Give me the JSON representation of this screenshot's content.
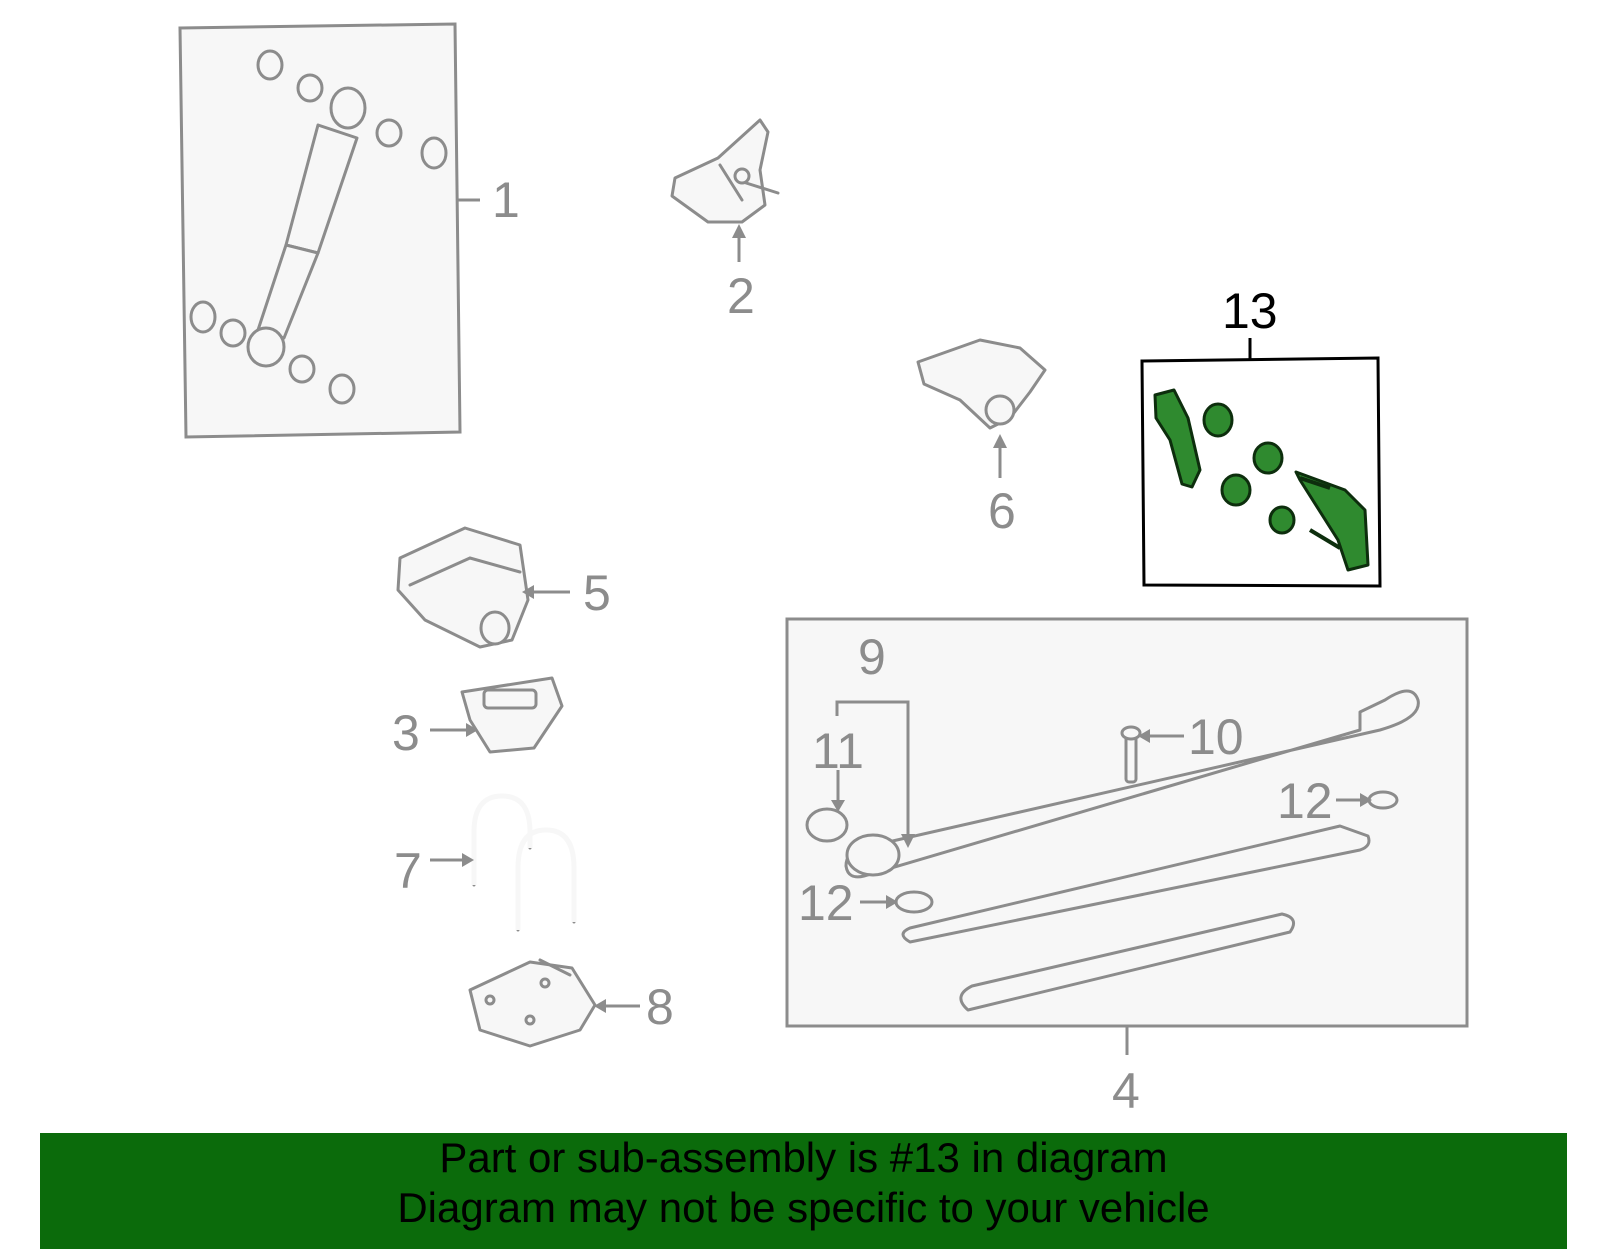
{
  "diagram": {
    "callouts": {
      "c1": "1",
      "c2": "2",
      "c3": "3",
      "c4": "4",
      "c5": "5",
      "c6": "6",
      "c7": "7",
      "c8": "8",
      "c9": "9",
      "c10": "10",
      "c11": "11",
      "c12a": "12",
      "c12b": "12",
      "c13": "13"
    },
    "highlighted_part": "13",
    "colors": {
      "part_stroke": "#8c8c8c",
      "highlight_fill": "#2f8a2f",
      "banner": "#0b6b0b"
    }
  },
  "banner": {
    "line1": "Part or sub-assembly is #13 in diagram",
    "line2": "Diagram may not be specific to your vehicle"
  }
}
